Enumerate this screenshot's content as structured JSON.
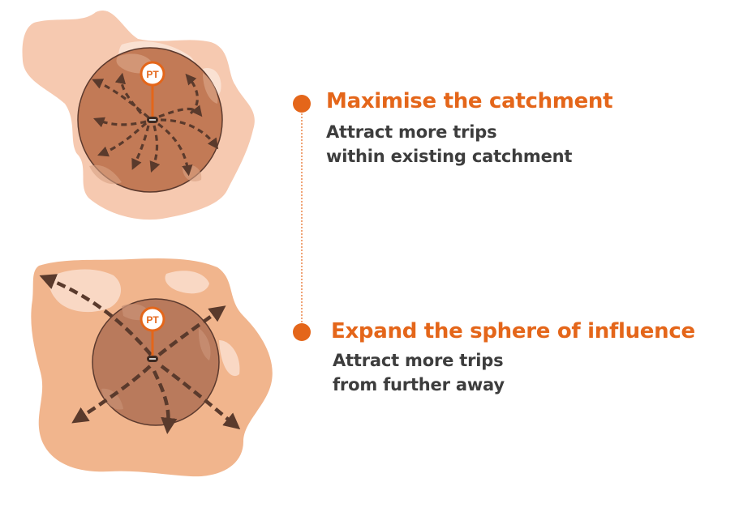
{
  "colors": {
    "accent": "#e4661a",
    "text": "#3d3d3d",
    "arrow": "#5a3a2c",
    "area_top": "#f6c9b0",
    "area_bottom": "#f1b58d",
    "highlight": "#fbe3d6",
    "circle_top": "#c27a56",
    "circle_bottom": "#b97a5c",
    "circle_edge": "#5c3a2e"
  },
  "scenarios": [
    {
      "id": "maximise",
      "heading": "Maximise the catchment",
      "description_lines": [
        "Attract more trips",
        "within existing catchment"
      ],
      "marker_label": "PT"
    },
    {
      "id": "expand",
      "heading": "Expand the sphere of influence",
      "description_lines": [
        "Attract more trips",
        "from further away"
      ],
      "marker_label": "PT"
    }
  ]
}
